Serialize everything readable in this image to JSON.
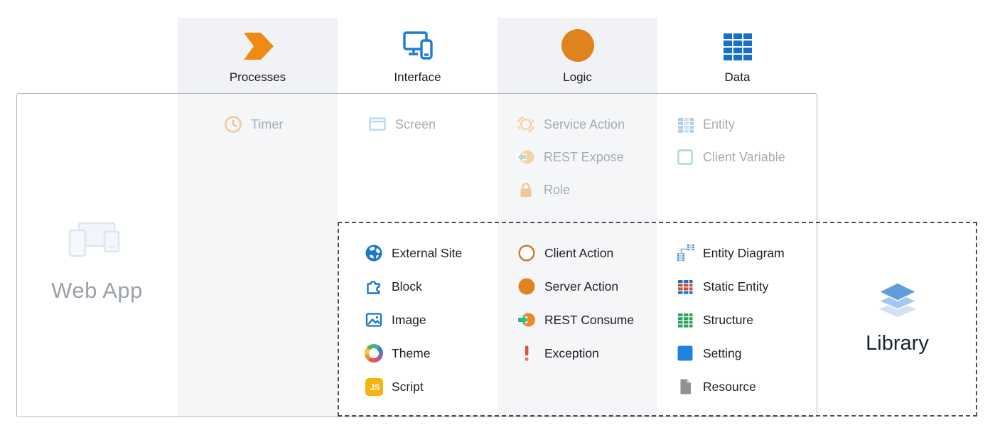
{
  "web_app": {
    "label": "Web App",
    "icon": "web-app-icon"
  },
  "library": {
    "label": "Library",
    "icon": "library-icon"
  },
  "columns": [
    {
      "id": "processes",
      "label": "Processes",
      "icon": "processes-icon",
      "tinted": true,
      "app_items": [
        {
          "label": "Timer",
          "icon": "timer-icon"
        }
      ],
      "library_items": []
    },
    {
      "id": "interface",
      "label": "Interface",
      "icon": "interface-icon",
      "tinted": false,
      "app_items": [
        {
          "label": "Screen",
          "icon": "screen-icon"
        }
      ],
      "library_items": [
        {
          "label": "External Site",
          "icon": "external-site-icon"
        },
        {
          "label": "Block",
          "icon": "block-icon"
        },
        {
          "label": "Image",
          "icon": "image-icon"
        },
        {
          "label": "Theme",
          "icon": "theme-icon"
        },
        {
          "label": "Script",
          "icon": "script-icon"
        }
      ]
    },
    {
      "id": "logic",
      "label": "Logic",
      "icon": "logic-icon",
      "tinted": true,
      "app_items": [
        {
          "label": "Service Action",
          "icon": "service-action-icon"
        },
        {
          "label": "REST Expose",
          "icon": "rest-expose-icon"
        },
        {
          "label": "Role",
          "icon": "role-icon"
        }
      ],
      "library_items": [
        {
          "label": "Client Action",
          "icon": "client-action-icon"
        },
        {
          "label": "Server Action",
          "icon": "server-action-icon"
        },
        {
          "label": "REST Consume",
          "icon": "rest-consume-icon"
        },
        {
          "label": "Exception",
          "icon": "exception-icon"
        }
      ]
    },
    {
      "id": "data",
      "label": "Data",
      "icon": "data-icon",
      "tinted": false,
      "app_items": [
        {
          "label": "Entity",
          "icon": "entity-icon"
        },
        {
          "label": "Client Variable",
          "icon": "client-variable-icon"
        }
      ],
      "library_items": [
        {
          "label": "Entity Diagram",
          "icon": "entity-diagram-icon"
        },
        {
          "label": "Static Entity",
          "icon": "static-entity-icon"
        },
        {
          "label": "Structure",
          "icon": "structure-icon"
        },
        {
          "label": "Setting",
          "icon": "setting-icon"
        },
        {
          "label": "Resource",
          "icon": "resource-icon"
        }
      ]
    }
  ],
  "colors": {
    "accent_orange": "#F08A12",
    "accent_blue": "#1B77CC",
    "accent_green": "#27BD8B",
    "error_red": "#DB5448",
    "stripe_gray": "#f5f6f8",
    "faded_text": "#a7abb2",
    "dark_text": "#1e2024"
  }
}
